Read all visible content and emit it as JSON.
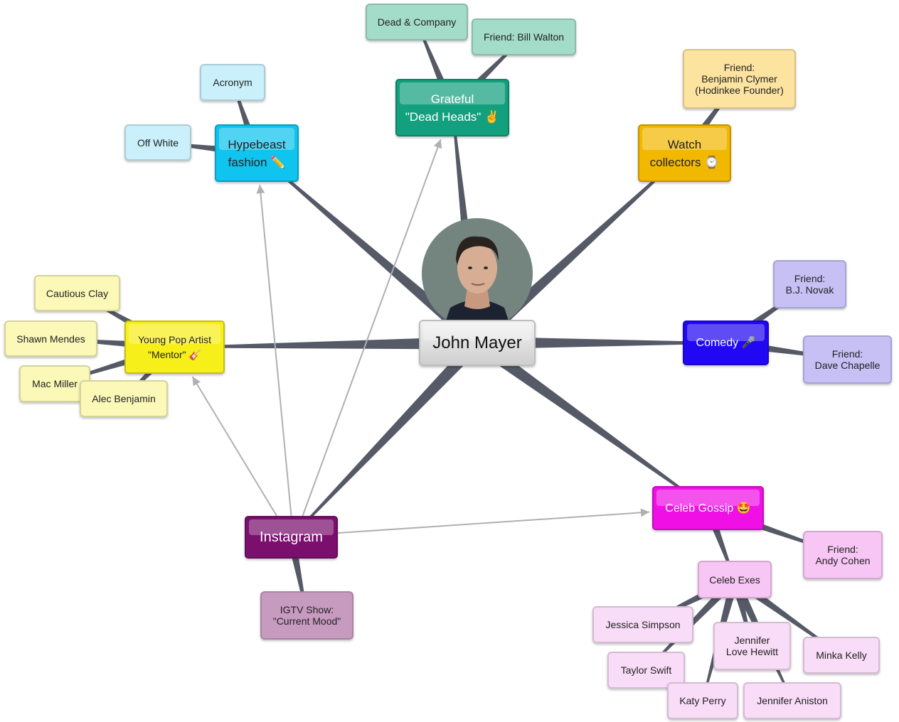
{
  "center": {
    "label": "John Mayer"
  },
  "topics": {
    "hypebeast": {
      "label": "Hypebeast\nfashion ✏️",
      "color": "#0fc4ee"
    },
    "grateful": {
      "label": "Grateful\n\"Dead Heads\" ✌️",
      "color": "#13a07e"
    },
    "watch": {
      "label": "Watch\ncollectors ⌚",
      "color": "#f2b800"
    },
    "young_pop": {
      "label": "Young Pop Artist\n\"Mentor\" 🎸",
      "color": "#f7ef1a"
    },
    "comedy": {
      "label": "Comedy 🎤",
      "color": "#2207f2"
    },
    "instagram": {
      "label": "Instagram",
      "color": "#7b0f6e"
    },
    "celeb_gossip": {
      "label": "Celeb Gossip 🤩",
      "color": "#f010e6"
    }
  },
  "subtopics": {
    "acronym": "Acronym",
    "off_white": "Off White",
    "dead_company": "Dead & Company",
    "bill_walton": "Friend: Bill Walton",
    "benjamin_clymer": "Friend:\nBenjamin Clymer\n(Hodinkee Founder)",
    "cautious_clay": "Cautious Clay",
    "shawn_mendes": "Shawn Mendes",
    "mac_miller": "Mac Miller",
    "alec_benjamin": "Alec Benjamin",
    "bj_novak": "Friend:\nB.J. Novak",
    "dave_chapelle": "Friend:\nDave Chapelle",
    "igtv_show": "IGTV Show:\n\"Current Mood\"",
    "andy_cohen": "Friend:\nAndy Cohen",
    "celeb_exes": "Celeb Exes",
    "jessica_simpson": "Jessica Simpson",
    "taylor_swift": "Taylor Swift",
    "jennifer_love_hewitt": "Jennifer\nLove Hewitt",
    "minka_kelly": "Minka Kelly",
    "katy_perry": "Katy Perry",
    "jennifer_aniston": "Jennifer Aniston"
  },
  "colors": {
    "branch_line": "#555a66",
    "relation_line": "#b0b0b0",
    "light_blue": "#c9f0fb",
    "light_teal": "#a3dcc8",
    "light_orange": "#fde3a0",
    "light_yellow": "#fbf8b8",
    "light_purple": "#c6c0f5",
    "light_plum": "#c79ac0",
    "light_pink": "#f7c6f4",
    "lighter_pink": "#f9dcf7"
  }
}
